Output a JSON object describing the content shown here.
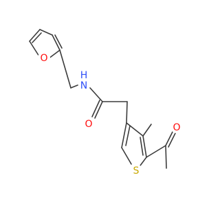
{
  "molecule": {
    "atoms": [
      {
        "id": "O_fur",
        "label": "O",
        "color": "#ff0d0d"
      },
      {
        "id": "N_amide",
        "label": "H\nN",
        "color": "#3050f8"
      },
      {
        "id": "O_amide",
        "label": "O",
        "color": "#ff0d0d"
      },
      {
        "id": "S_thio",
        "label": "S",
        "color": "#c8a800"
      },
      {
        "id": "O_acet",
        "label": "O",
        "color": "#ff0d0d"
      }
    ],
    "bond_color": "#3b3b3b"
  }
}
